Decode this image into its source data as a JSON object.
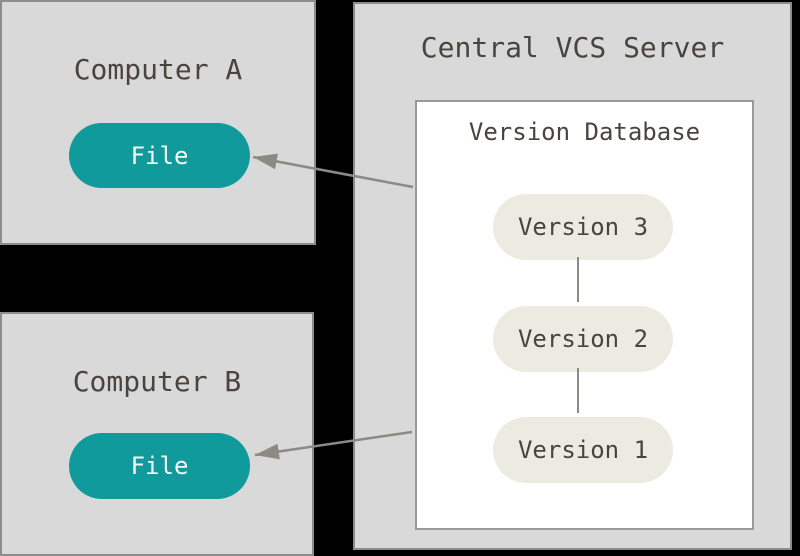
{
  "colors": {
    "background": "#000000",
    "box_fill": "#d9d9d9",
    "box_border": "#8c8c8c",
    "database_fill": "#ffffff",
    "database_border": "#999999",
    "file_pill_fill": "#109a9b",
    "file_pill_text": "#f7f7f7",
    "version_pill_fill": "#ecebe1",
    "text_dark": "#4a443e",
    "arrow": "#8d8a84"
  },
  "computer_a": {
    "title": "Computer A",
    "file_label": "File"
  },
  "computer_b": {
    "title": "Computer B",
    "file_label": "File"
  },
  "server": {
    "title": "Central VCS Server",
    "database": {
      "title": "Version Database",
      "versions": [
        {
          "label": "Version 3"
        },
        {
          "label": "Version 2"
        },
        {
          "label": "Version 1"
        }
      ]
    }
  }
}
